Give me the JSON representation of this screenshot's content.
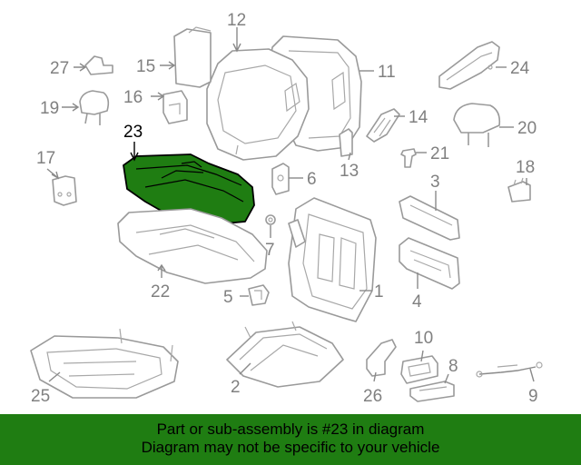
{
  "diagram": {
    "highlight_color": "#1f7d12",
    "callouts": [
      {
        "id": "p23",
        "label": "23",
        "highlighted": true
      },
      {
        "id": "p12",
        "label": "12"
      },
      {
        "id": "p15",
        "label": "15"
      },
      {
        "id": "p27",
        "label": "27"
      },
      {
        "id": "p11",
        "label": "11"
      },
      {
        "id": "p24",
        "label": "24"
      },
      {
        "id": "p16",
        "label": "16"
      },
      {
        "id": "p19",
        "label": "19"
      },
      {
        "id": "p14",
        "label": "14"
      },
      {
        "id": "p20",
        "label": "20"
      },
      {
        "id": "p17",
        "label": "17"
      },
      {
        "id": "p21",
        "label": "21"
      },
      {
        "id": "p13",
        "label": "13"
      },
      {
        "id": "p6",
        "label": "6"
      },
      {
        "id": "p18",
        "label": "18"
      },
      {
        "id": "p3",
        "label": "3"
      },
      {
        "id": "p7",
        "label": "7"
      },
      {
        "id": "p22",
        "label": "22"
      },
      {
        "id": "p5",
        "label": "5"
      },
      {
        "id": "p1",
        "label": "1"
      },
      {
        "id": "p4",
        "label": "4"
      },
      {
        "id": "p10",
        "label": "10"
      },
      {
        "id": "p8",
        "label": "8"
      },
      {
        "id": "p2",
        "label": "2"
      },
      {
        "id": "p26",
        "label": "26"
      },
      {
        "id": "p9",
        "label": "9"
      },
      {
        "id": "p25",
        "label": "25"
      }
    ]
  },
  "banner": {
    "line1": "Part or sub-assembly is #23 in diagram",
    "line2": "Diagram may not be specific to your vehicle",
    "background": "#1f7d12"
  }
}
